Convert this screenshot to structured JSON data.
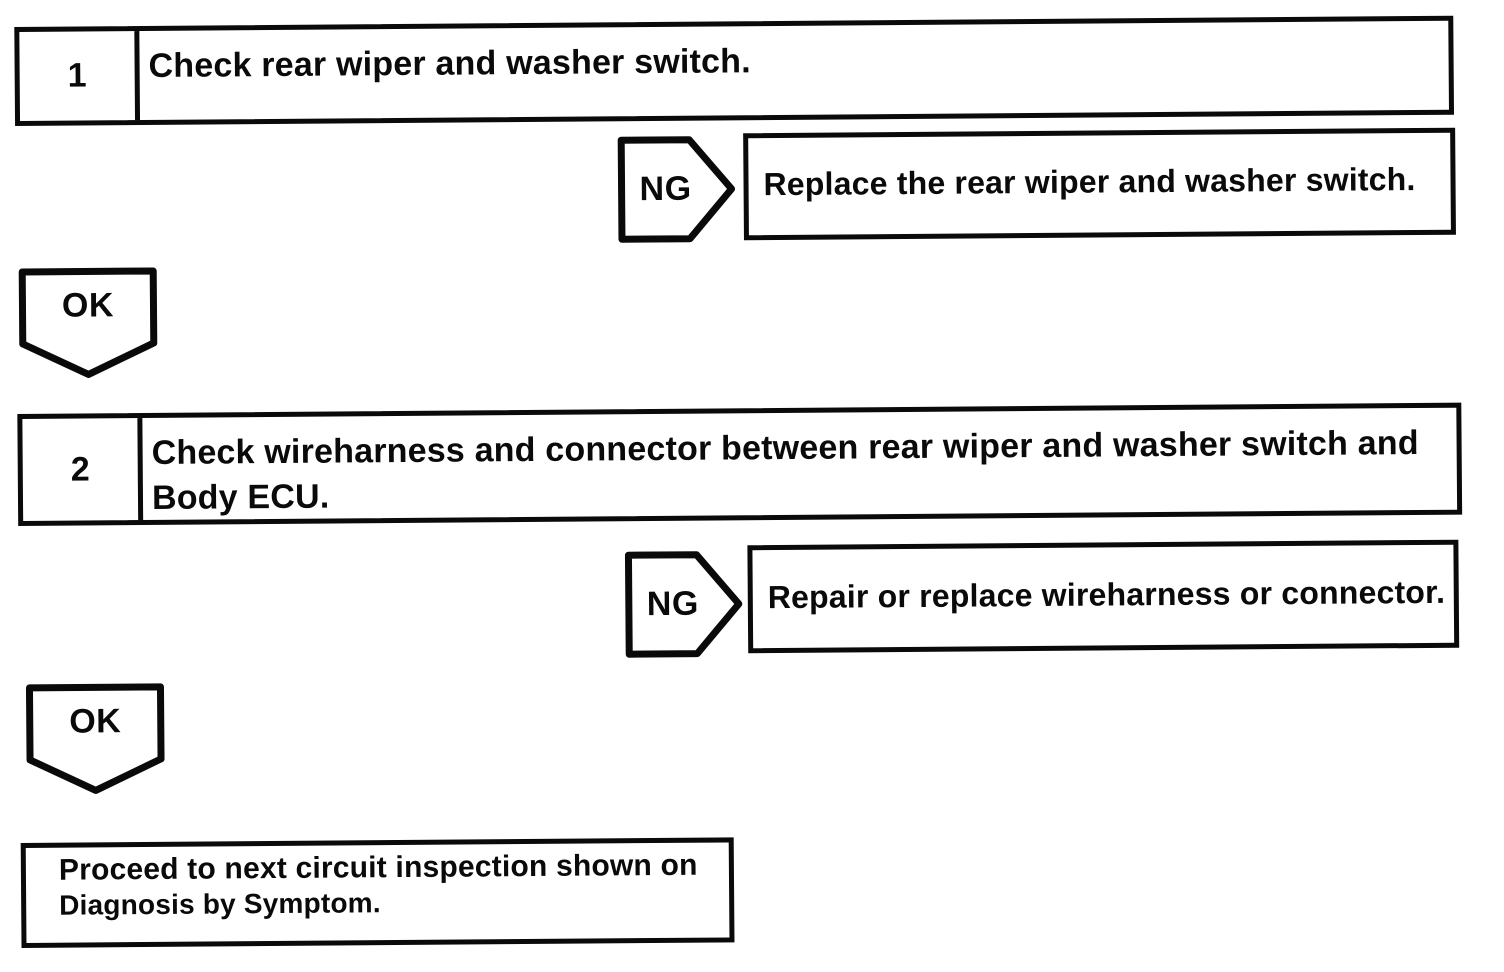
{
  "colors": {
    "ink": "#0a0a0a",
    "paper": "#ffffff"
  },
  "flowchart": {
    "steps": [
      {
        "number": "1",
        "instruction": "Check rear wiper and washer switch.",
        "ng_label": "NG",
        "ng_action": "Replace the rear wiper and washer switch.",
        "ok_label": "OK"
      },
      {
        "number": "2",
        "instruction": "Check wireharness and connector between rear wiper and washer switch and Body ECU.",
        "ng_label": "NG",
        "ng_action": "Repair or replace wireharness or connector.",
        "ok_label": "OK"
      }
    ],
    "final": {
      "line1": "Proceed to next circuit inspection shown on",
      "line2": "Diagnosis by Symptom."
    }
  }
}
